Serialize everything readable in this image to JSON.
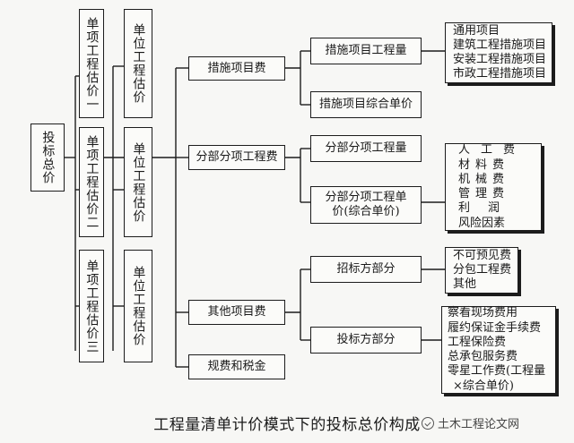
{
  "root": {
    "label": "投标总价"
  },
  "single_items": [
    {
      "label": "单项工程估价一"
    },
    {
      "label": "单项工程估价二"
    },
    {
      "label": "单项工程估价三"
    }
  ],
  "unit_items": [
    {
      "label": "单位工程估价"
    },
    {
      "label": "单位工程估价"
    },
    {
      "label": "单位工程估价"
    }
  ],
  "categories": [
    {
      "label": "措施项目费"
    },
    {
      "label": "分部分项工程费"
    },
    {
      "label": "其他项目费"
    },
    {
      "label": "规费和税金"
    }
  ],
  "sub": {
    "measures_qty": "措施项目工程量",
    "measures_price": "措施项目综合单价",
    "divisional_qty": "分部分项工程量",
    "divisional_price_1": "分部分项工程单",
    "divisional_price_2": "价(综合单价)",
    "tenderer": "招标方部分",
    "bidder": "投标方部分"
  },
  "lists": {
    "measures": [
      "通用项目",
      "建筑工程措施项目",
      "安装工程措施项目",
      "市政工程措施项目"
    ],
    "costs": [
      "人工费",
      "材料费",
      "机械费",
      "管理费",
      "利润",
      "风险因素"
    ],
    "tenderer": [
      "不可预见费",
      "分包工程费",
      "其他"
    ],
    "bidder": [
      "察看现场费用",
      "履约保证金手续费",
      "工程保险费",
      "总承包服务费",
      "零星工作费(工程量",
      "×综合单价)"
    ]
  },
  "caption": "工程量清单计价模式下的投标总价构成",
  "watermark": "土木工程论文网"
}
